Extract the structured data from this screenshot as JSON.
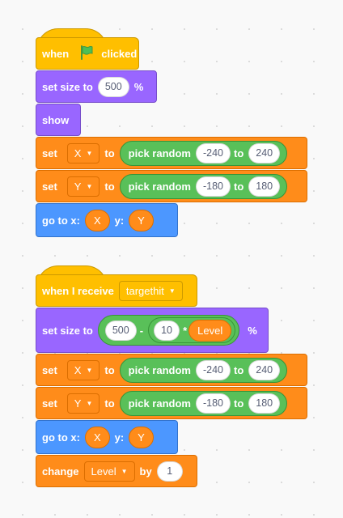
{
  "script1": {
    "hat": {
      "left": "when",
      "right": "clicked",
      "icon": "green-flag-icon"
    },
    "set_size": {
      "label": "set size to",
      "value": "500",
      "unit": "%"
    },
    "show": {
      "label": "show"
    },
    "set_x": {
      "label": "set",
      "var": "X",
      "to": "to",
      "op": "pick random",
      "from": "-240",
      "and": "to",
      "end": "240"
    },
    "set_y": {
      "label": "set",
      "var": "Y",
      "to": "to",
      "op": "pick random",
      "from": "-180",
      "and": "to",
      "end": "180"
    },
    "goto": {
      "label": "go to x:",
      "x": "X",
      "ylabel": "y:",
      "y": "Y"
    }
  },
  "script2": {
    "hat": {
      "label": "when I receive",
      "message": "targethit"
    },
    "set_size": {
      "label": "set size to",
      "base": "500",
      "minus": "-",
      "factor": "10",
      "times": "*",
      "var": "Level",
      "unit": "%"
    },
    "set_x": {
      "label": "set",
      "var": "X",
      "to": "to",
      "op": "pick random",
      "from": "-240",
      "and": "to",
      "end": "240"
    },
    "set_y": {
      "label": "set",
      "var": "Y",
      "to": "to",
      "op": "pick random",
      "from": "-180",
      "and": "to",
      "end": "180"
    },
    "goto": {
      "label": "go to x:",
      "x": "X",
      "ylabel": "y:",
      "y": "Y"
    },
    "change": {
      "label": "change",
      "var": "Level",
      "by": "by",
      "value": "1"
    }
  }
}
